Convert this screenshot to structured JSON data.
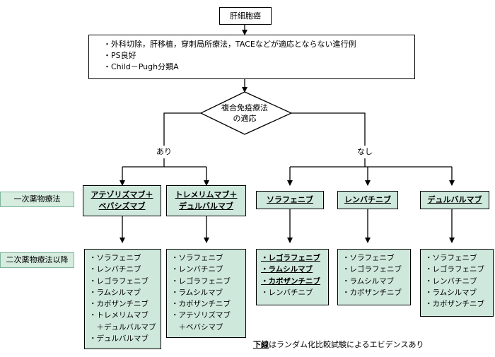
{
  "top_box": "肝細胞癌",
  "criteria": [
    "・外科切除，肝移植，穿刺局所療法，TACEなどが適応とならない進行例",
    "・PS良好",
    "・Child－Pugh分類A"
  ],
  "decision": [
    "複合免疫療法",
    "の適応"
  ],
  "branch_yes": "あり",
  "branch_no": "なし",
  "row_labels": {
    "first_line": "一次薬物療法",
    "second_line": "二次薬物療法以降"
  },
  "first_line": [
    {
      "lines": [
        "アテゾリズマブ＋",
        "ベバシズマブ"
      ]
    },
    {
      "lines": [
        "トレメリムマブ＋",
        "デュルバルマブ"
      ]
    },
    {
      "lines": [
        "ソラフェニブ"
      ]
    },
    {
      "lines": [
        "レンバチニブ"
      ]
    },
    {
      "lines": [
        "デュルバルマブ"
      ]
    }
  ],
  "second_line": [
    {
      "items": [
        "・ソラフェニブ",
        "・レンバチニブ",
        "・レゴラフェニブ",
        "・ラムシルマブ",
        "・カボザンチニブ",
        "・トレメリムマブ",
        "　＋デュルバルマブ",
        "・デュルバルマブ"
      ],
      "underlined": []
    },
    {
      "items": [
        "・ソラフェニブ",
        "・レンバチニブ",
        "・レゴラフェニブ",
        "・ラムシルマブ",
        "・カボザンチニブ",
        "・アテゾリズマブ",
        "　＋ベバシマブ"
      ],
      "underlined": []
    },
    {
      "items": [
        "・レゴラフェニブ",
        "・ラムシルマブ",
        "・カボザンチニブ",
        "・レンバチニブ"
      ],
      "underlined": [
        0,
        1,
        2
      ]
    },
    {
      "items": [
        "・ソラフェニブ",
        "・レゴラフェニブ",
        "・ラムシルマブ",
        "・カボザンチニブ"
      ],
      "underlined": []
    },
    {
      "items": [
        "・ソラフェニブ",
        "・レゴラフェニブ",
        "・レンバチニブ",
        "・ラムシルマブ",
        "・カボザンチニブ"
      ],
      "underlined": []
    }
  ],
  "footnote": {
    "underlined_part": "下線",
    "rest": "はランダム化比較試験によるエビデンスあり"
  }
}
